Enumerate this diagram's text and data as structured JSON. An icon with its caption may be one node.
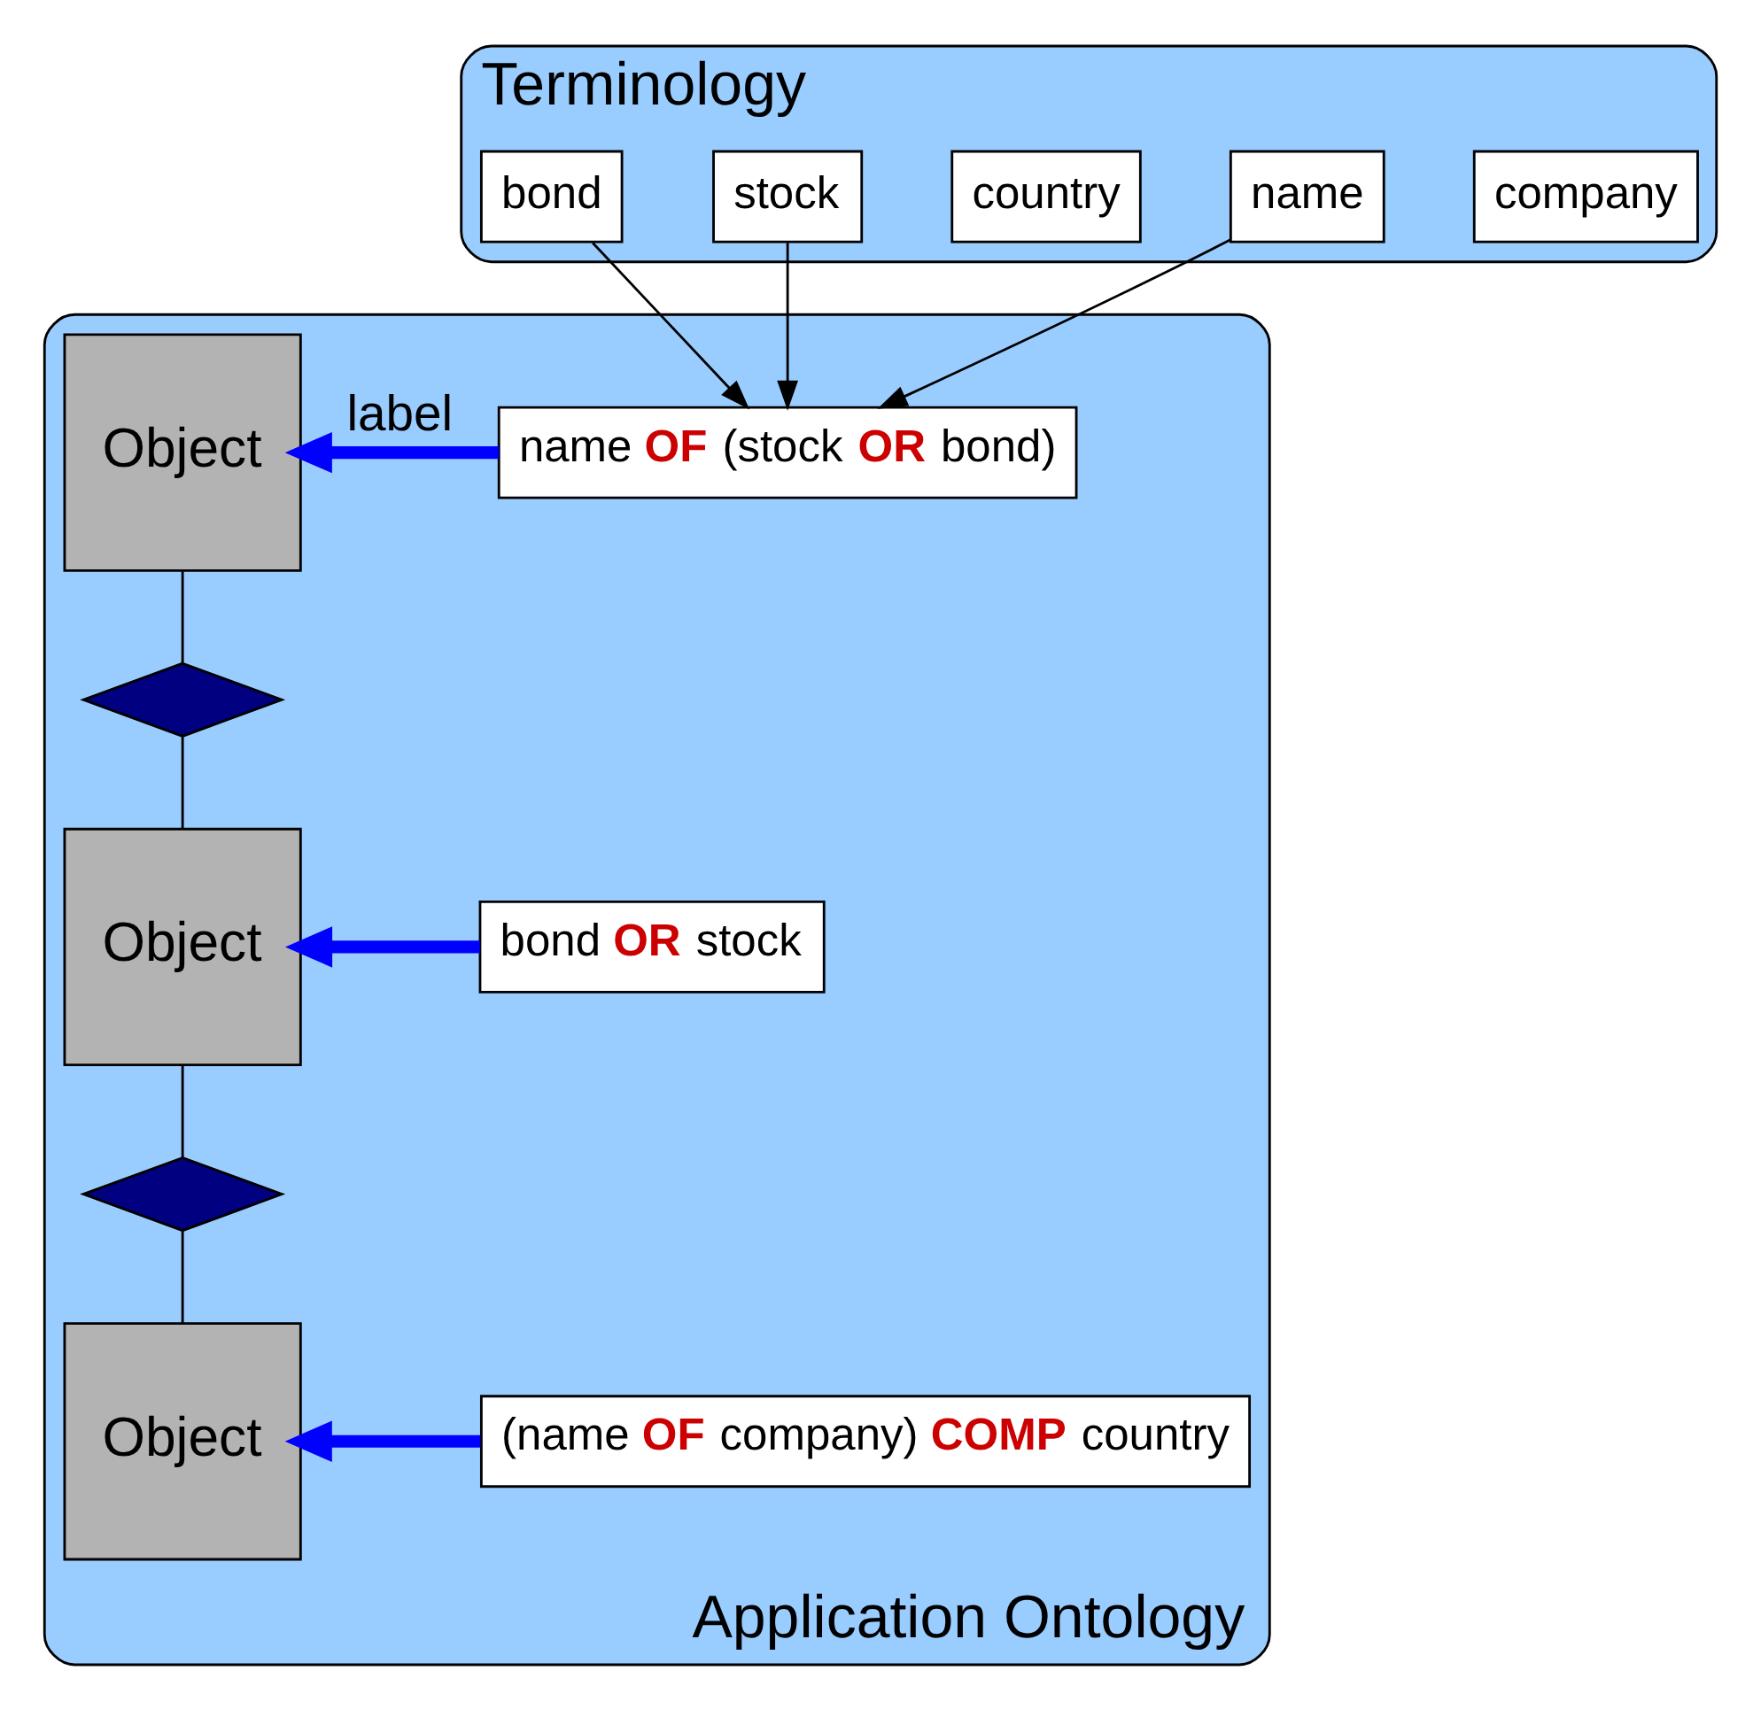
{
  "diagram": {
    "nodes": [
      {
        "text": [
          "Terminology"
        ]
      },
      {
        "text": [
          "company"
        ],
        "in": 0
      },
      {
        "text": [
          "bond"
        ],
        "in": 0
      },
      {
        "text": [
          "country"
        ],
        "in": 0
      },
      {
        "text": [
          "stock"
        ],
        "in": 0
      },
      {
        "text": [
          "name"
        ],
        "in": 0
      },
      {
        "text": [
          "Application Ontology"
        ]
      },
      {
        "text": [
          "Object"
        ],
        "in": 6
      },
      {
        "text": [
          "name **OF** (stock **OR** bond)"
        ],
        "in": 6
      },
      {
        "text": [],
        "shape": "diamond",
        "in": 6
      },
      {
        "text": [
          "Object"
        ],
        "in": 6
      },
      {
        "text": [
          "bond **OR** stock"
        ],
        "in": 6
      },
      {
        "text": [],
        "shape": "diamond",
        "in": 6
      },
      {
        "text": [
          "Object"
        ],
        "in": 6
      },
      {
        "text": [
          "(name **OF** company) **COMP** country"
        ],
        "in": 6
      }
    ],
    "edges": [
      {
        "from": 5,
        "to": 8,
        "arrow": "to"
      },
      {
        "from": 4,
        "to": 8,
        "arrow": "to"
      },
      {
        "from": 2,
        "to": 8,
        "arrow": "to"
      },
      {
        "from": 8,
        "to": 7,
        "arrow": "to",
        "label": "label",
        "style": "thick",
        "color": "#0000ff"
      },
      {
        "from": 7,
        "to": 9,
        "arrow": "none"
      },
      {
        "from": 9,
        "to": 10,
        "arrow": "none"
      },
      {
        "from": 11,
        "to": 10,
        "arrow": "to",
        "style": "thick",
        "color": "#0000ff"
      },
      {
        "from": 12,
        "to": 10,
        "arrow": "none"
      },
      {
        "from": 12,
        "to": 13,
        "arrow": "none"
      },
      {
        "from": 14,
        "to": 13,
        "arrow": "to",
        "style": "thick",
        "color": "#0000ff"
      }
    ]
  }
}
